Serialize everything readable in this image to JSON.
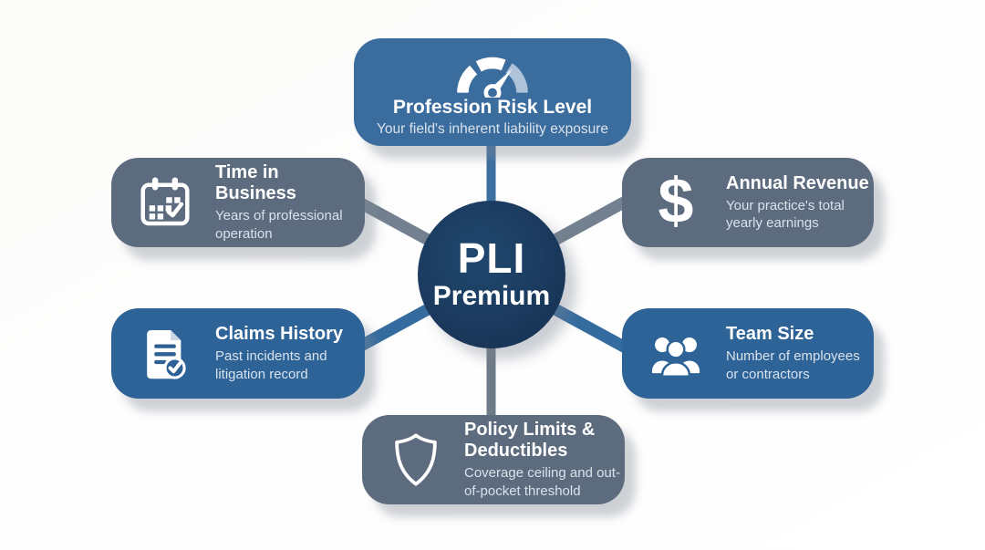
{
  "center": {
    "title": "PLI",
    "subtitle": "Premium"
  },
  "factors": [
    {
      "name": "profession-risk-level",
      "title": "Profession Risk Level",
      "subtitle": "Your field's inherent liability exposure",
      "icon": "gauge-icon",
      "color": "#3a6c9e",
      "position": "top"
    },
    {
      "name": "time-in-business",
      "title": "Time in Business",
      "subtitle": "Years of professional operation",
      "icon": "calendar-icon",
      "color": "#5d6b7e",
      "position": "left-top"
    },
    {
      "name": "annual-revenue",
      "title": "Annual Revenue",
      "subtitle": "Your practice's total yearly earnings",
      "icon": "dollar-icon",
      "color": "#5d6b7e",
      "position": "right-top"
    },
    {
      "name": "claims-history",
      "title": "Claims History",
      "subtitle": "Past incidents and litigation record",
      "icon": "document-check-icon",
      "color": "#2e6398",
      "position": "left-bottom"
    },
    {
      "name": "team-size",
      "title": "Team Size",
      "subtitle": "Number of employees or contractors",
      "icon": "people-icon",
      "color": "#2e6398",
      "position": "right-bottom"
    },
    {
      "name": "policy-limits-deductibles",
      "title": "Policy Limits & Deductibles",
      "subtitle": "Coverage ceiling and out-of-pocket threshold",
      "icon": "shield-icon",
      "color": "#5d6b7e",
      "position": "bottom"
    }
  ],
  "icons": {
    "dollar_glyph": "$"
  },
  "colors": {
    "blue_card": "#2e6398",
    "blue_card_top": "#3a6c9e",
    "gray_card": "#5d6b7e",
    "hub_circle": "#1b3a5e",
    "blue_connector": "#3a6da1",
    "gray_connector": "#72808f",
    "title_text": "#ffffff",
    "subtitle_text": "#d9e2eb",
    "gauge_highlight_segment": "#aec3d9",
    "background": "#fdfdfc"
  }
}
